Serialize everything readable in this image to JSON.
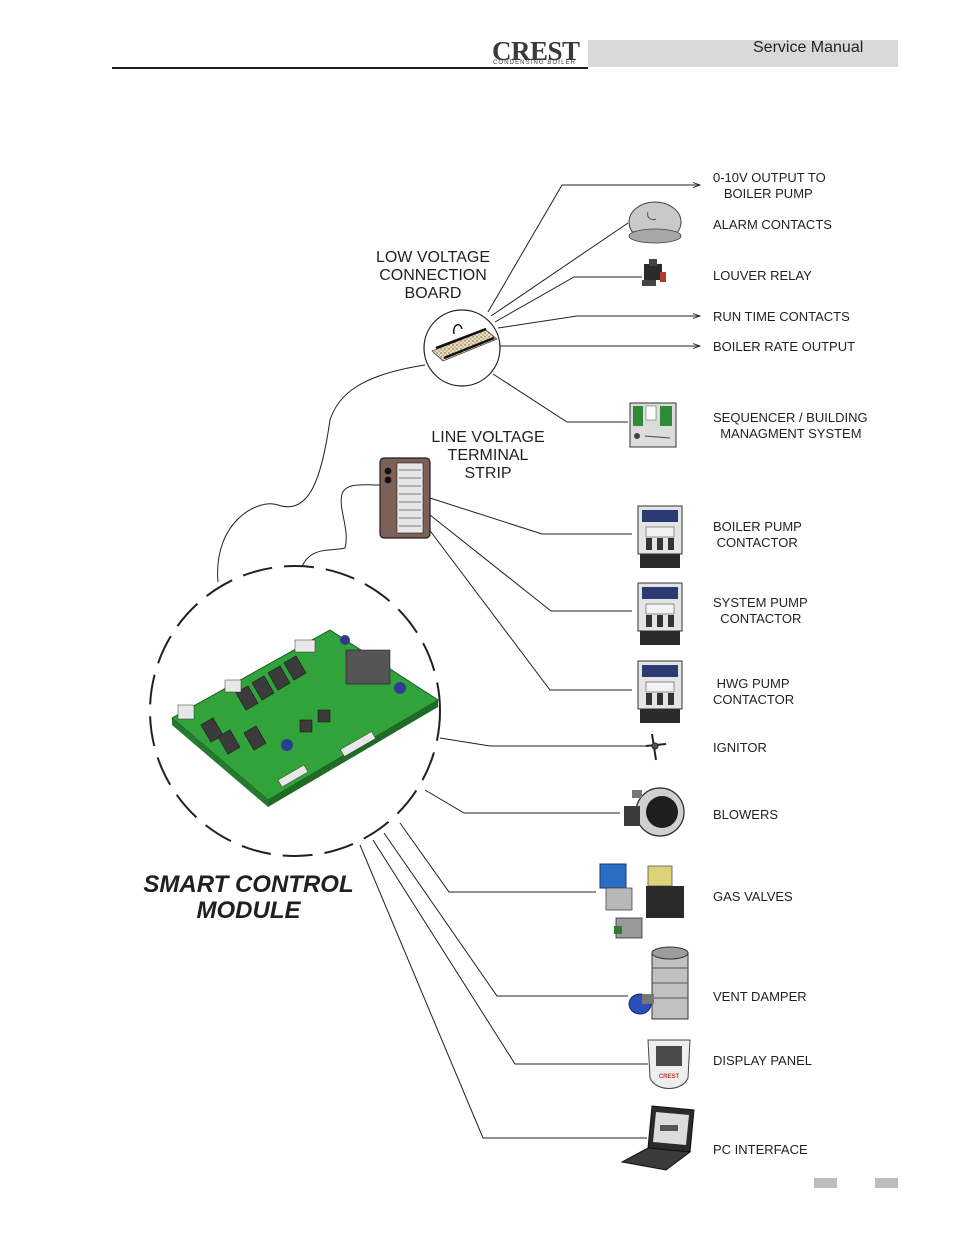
{
  "header": {
    "logo_main": "CREST",
    "logo_sub": "CONDENSING BOILER",
    "title": "Service Manual"
  },
  "diagram": {
    "module_label": "SMART CONTROL\nMODULE",
    "low_voltage_board_label": "LOW VOLTAGE\nCONNECTION\nBOARD",
    "line_voltage_strip_label": "LINE VOLTAGE\nTERMINAL\nSTRIP",
    "components": {
      "output_0_10v": "0-10V OUTPUT TO\n   BOILER PUMP",
      "alarm_contacts": "ALARM CONTACTS",
      "louver_relay": "LOUVER RELAY",
      "run_time_contacts": "RUN TIME CONTACTS",
      "boiler_rate_output": "BOILER RATE OUTPUT",
      "sequencer": "SEQUENCER / BUILDING\n  MANAGMENT SYSTEM",
      "boiler_pump_contactor": "BOILER PUMP\n CONTACTOR",
      "system_pump_contactor": "SYSTEM PUMP\n  CONTACTOR",
      "hwg_pump_contactor": " HWG PUMP\nCONTACTOR",
      "ignitor": "IGNITOR",
      "blowers": "BLOWERS",
      "gas_valves": "GAS VALVES",
      "vent_damper": "VENT DAMPER",
      "display_panel": "DISPLAY PANEL",
      "pc_interface": "PC INTERFACE"
    },
    "display_panel_brand": "CREST"
  }
}
